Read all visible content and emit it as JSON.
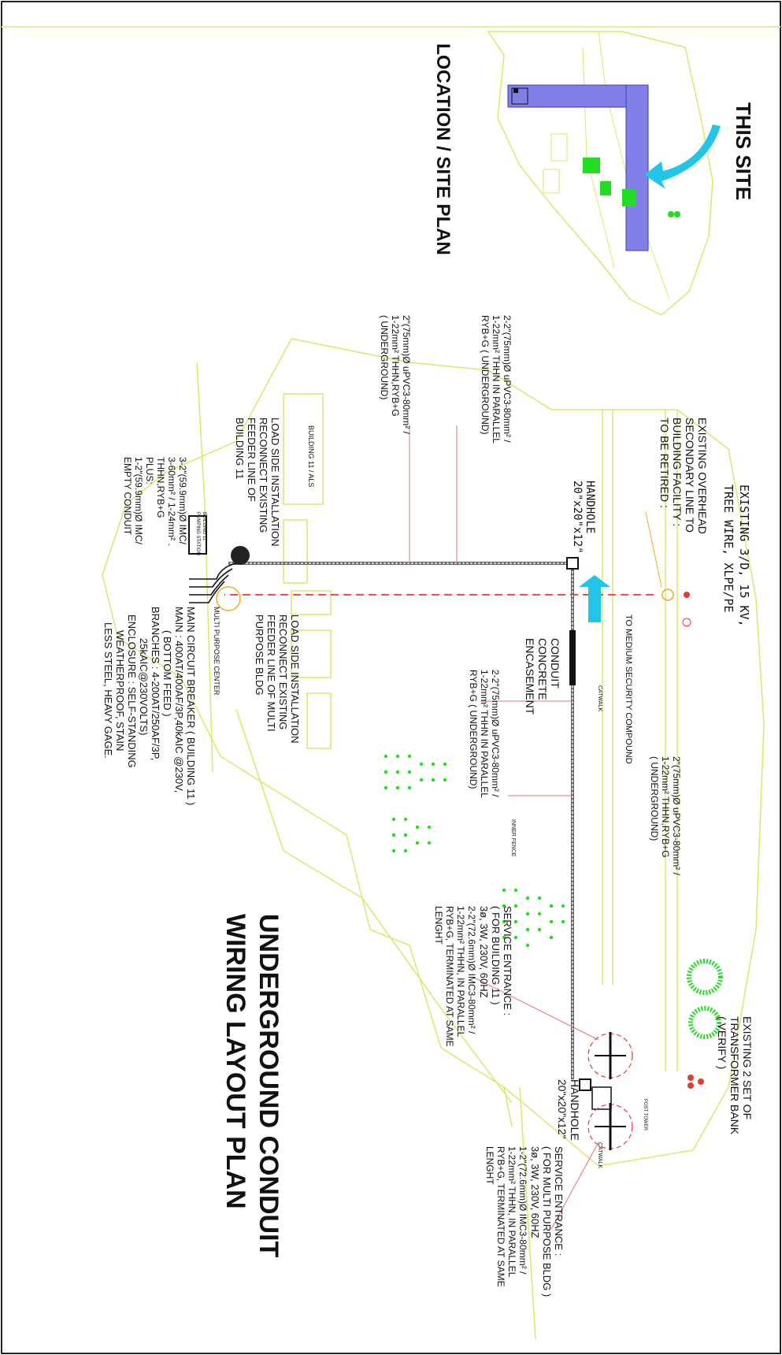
{
  "drawing": {
    "main_title_line1": "UNDERGROUND CONDUIT",
    "main_title_line2": "WIRING LAYOUT PLAN",
    "location_title": "LOCATION / SITE PLAN",
    "this_site": "THIS SITE"
  },
  "labels": {
    "existing_line_1": "EXISTING 3/D, 15 KV,",
    "existing_line_2": "TREE WIRE, XLPE/PE",
    "overhead_1": "EXISTING OVERHEAD",
    "overhead_2": "SECONDARY LINE TO",
    "overhead_3": "BUILDING FACILITY :",
    "overhead_4": "TO BE RETIRED :",
    "transformer_1": "EXISTING 2 SET OF",
    "transformer_2": "TRANSFORMER BANK",
    "transformer_3": "( VERIFY )",
    "handhole_top_1": "HANDHOLE",
    "handhole_top_2": "20\"x20\"x12\"",
    "handhole_bot_1": "HANDHOLE",
    "handhole_bot_2": "20\"x20\"x12\"",
    "medium_security": "TO MEDIUM SECURITY COMPOUND",
    "catwalk": "CATWALK",
    "catwalk_2": "CATWALK",
    "inner_fence": "INNER FENCE",
    "post_tower": "POST TOWER",
    "conduit_1": "CONDUIT",
    "conduit_2": "CONCRETE",
    "conduit_3": "ENCASEMENT",
    "ug_a_1": "2-2\"(75mm)Ø uPVC3-80mm² /",
    "ug_a_2": "1-22mm² THHN IN PARALLEL",
    "ug_a_3": "RYB+G ( UNDERGROUND)",
    "ug_b_1": "2\"(75mm)Ø uPVC3-80mm² /",
    "ug_b_2": "1-22mm² THHN,RYB+G",
    "ug_b_3": "( UNDERGROUND)",
    "ug_c_1": "2-2\"(75mm)Ø uPVC3-80mm² /",
    "ug_c_2": "1-22mm² THHN IN PARALLEL",
    "ug_c_3": "RYB+G ( UNDERGROUND)",
    "ug_d_1": "2\"(75mm)Ø uPVC3-80mm² /",
    "ug_d_2": "1-22mm² THHN,RYB+G",
    "ug_d_3": "( UNDERGROUND)",
    "se1_1": "SERVICE ENTRANCE :",
    "se1_2": "( FOR BUILDING 11 )",
    "se1_3": "3ø, 3W, 230V, 60HZ",
    "se1_4": "2-2\"(72.6mm)Ø IMC3-80mm² /",
    "se1_5": "1-22mm² THHN, IN PARALLEL",
    "se1_6": "RYB+G, TERMINATED AT SAME",
    "se1_7": "LENGHT",
    "se2_1": "SERVICE ENTRANCE :",
    "se2_2": "( FOR MULTI PURPOSE BLDG )",
    "se2_3": "3ø, 3W, 230V, 60HZ",
    "se2_4": "1-2\"(72.6mm)Ø IMC3-80mm² /",
    "se2_5": "1-22mm² THHN, IN PARALLEL",
    "se2_6": "RYB+G, TERMINATED AT SAME",
    "se2_7": "LENGHT",
    "building_als": "BUILDING 11 / ALS",
    "load1_1": "LOAD SIDE INSTALLATION",
    "load1_2": "RECONNECT EXISTING",
    "load1_3": "FEEDER LINE OF",
    "load1_4": "BUILDING 11",
    "pumping_1": "BUILDING 11",
    "pumping_2": "PUMPING STATION",
    "feed_1": "3-2\"(59.9mm)Ø IMC/",
    "feed_2": "3-60mm² / 1-24mm² .",
    "feed_3": "THHN,RYB+G",
    "feed_4": "PLUS:",
    "feed_5": "1-2\"(59.9mm)Ø IMC/",
    "feed_6": "EMPTY CONDUIT",
    "load2_1": "LOAD SIDE INSTALLATION",
    "load2_2": "RECONNECT EXISTING",
    "load2_3": "FEEDER LINE OF MULTI",
    "load2_4": "PURPOSE BLDG",
    "mpc": "MULTI PURPOSE CENTER",
    "mcb_1": "MAIN CIRCUIT BREAKER ( BUILDING 11 )",
    "mcb_2": "MAIN : 400AT/400AF/3P,40kAIC @230V,",
    "mcb_3": "( BOTTOM FEED )",
    "mcb_4": "BRANCHES : 4-200AT/250AF/3P,",
    "mcb_5": "25kAIC@230VOLTS)",
    "mcb_6": "ENCLOSURE : SELF-STANDING",
    "mcb_7": "WEATHERPROOF, STAIN",
    "mcb_8": "LESS STEEL, HEAVY GAGE."
  },
  "colors": {
    "site_outline": "#d8e96a",
    "conduit_red": "#e53935",
    "leader_orange": "#f5a623",
    "cyan_arrow": "#23c4ea",
    "trees": "#22dd22",
    "building_hatch": "#5a5ad6",
    "border": "#222222"
  }
}
